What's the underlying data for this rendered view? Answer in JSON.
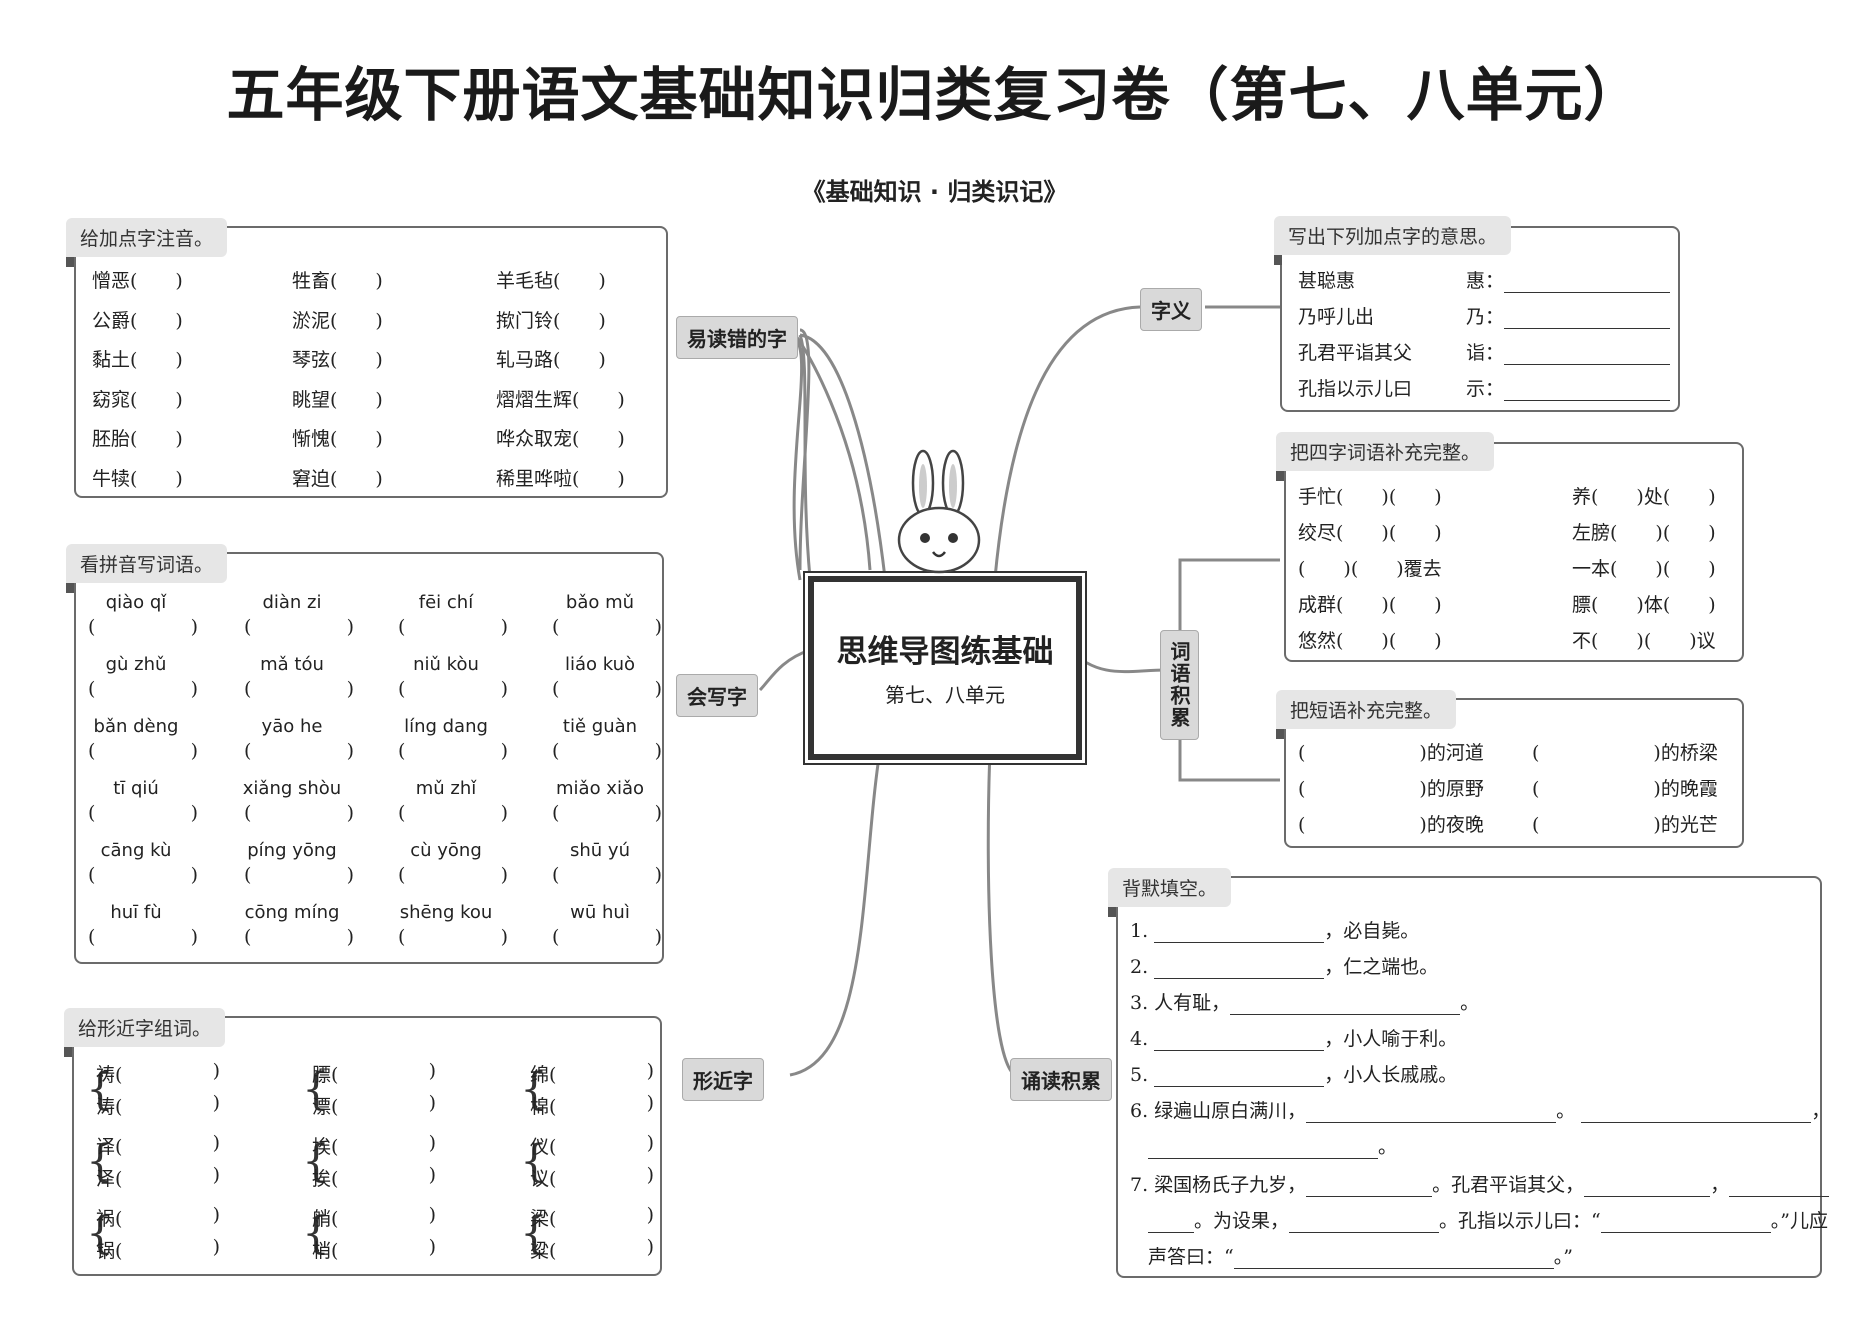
{
  "title": "五年级下册语文基础知识归类复习卷（第七、八单元）",
  "subtitle": "《基础知识 · 归类识记》",
  "center": {
    "title": "思维导图练基础",
    "sub": "第七、八单元"
  },
  "branches": {
    "yidu": "易读错的字",
    "huixie": "会写字",
    "xingjin": "形近字",
    "ziyi": "字义",
    "ciyu": "词语积累",
    "songdu": "诵读积累"
  },
  "sec_pinyin": {
    "tag": "给加点字注音。",
    "rows": [
      [
        "憎恶(　　)",
        "牲畜(　　)",
        "羊毛毡(　　)"
      ],
      [
        "公爵(　　)",
        "淤泥(　　)",
        "揿门铃(　　)"
      ],
      [
        "黏土(　　)",
        "琴弦(　　)",
        "轧马路(　　)"
      ],
      [
        "窈窕(　　)",
        "眺望(　　)",
        "熠熠生辉(　　)"
      ],
      [
        "胚胎(　　)",
        "惭愧(　　)",
        "哗众取宠(　　)"
      ],
      [
        "牛犊(　　)",
        "窘迫(　　)",
        "稀里哗啦(　　)"
      ]
    ]
  },
  "sec_xie": {
    "tag": "看拼音写词语。",
    "rows": [
      [
        "qiào qǐ",
        "diàn zi",
        "fēi chí",
        "bǎo mǔ"
      ],
      [
        "gù zhǔ",
        "mǎ tóu",
        "niǔ kòu",
        "liáo kuò"
      ],
      [
        "bǎn dèng",
        "yāo he",
        "líng dang",
        "tiě guàn"
      ],
      [
        "tī qiú",
        "xiǎng shòu",
        "mǔ zhǐ",
        "miǎo xiǎo"
      ],
      [
        "cāng kù",
        "píng yōng",
        "cù yōng",
        "shū yú"
      ],
      [
        "huī fù",
        "cōng míng",
        "shēng kou",
        "wū huì"
      ]
    ]
  },
  "sec_xingjin": {
    "tag": "给形近字组词。",
    "groups": [
      [
        "祷(",
        "涛("
      ],
      [
        "膘(",
        "漂("
      ],
      [
        "绵(",
        "棉("
      ],
      [
        "译(",
        "泽("
      ],
      [
        "埃(",
        "挨("
      ],
      [
        "仪(",
        "议("
      ],
      [
        "祸(",
        "锅("
      ],
      [
        "艄(",
        "梢("
      ],
      [
        "梁(",
        "粱("
      ]
    ]
  },
  "sec_ziyi": {
    "tag": "写出下列加点字的意思。",
    "rows": [
      [
        "甚聪惠",
        "惠："
      ],
      [
        "乃呼儿出",
        "乃："
      ],
      [
        "孔君平诣其父",
        "诣："
      ],
      [
        "孔指以示儿曰",
        "示："
      ]
    ]
  },
  "sec_sizi": {
    "tag": "把四字词语补充完整。",
    "left": [
      "手忙(　　)(　　)",
      "绞尽(　　)(　　)",
      "(　　)(　　)覆去",
      "成群(　　)(　　)",
      "悠然(　　)(　　)"
    ],
    "right": [
      "养(　　)处(　　)",
      "左膀(　　)(　　)",
      "一本(　　)(　　)",
      "膘(　　)体(　　)",
      "不(　　)(　　)议"
    ]
  },
  "sec_duanyu": {
    "tag": "把短语补充完整。",
    "left": [
      "(　　　　　　)的河道",
      "(　　　　　　)的原野",
      "(　　　　　　)的夜晚"
    ],
    "right": [
      "(　　　　　　)的桥梁",
      "(　　　　　　)的晚霞",
      "(　　　　　　)的光芒"
    ]
  },
  "sec_beimo": {
    "tag": "背默填空。",
    "items": {
      "q1": "1.",
      "q1b": "，必自毙。",
      "q2": "2.",
      "q2b": "，仁之端也。",
      "q3": "3. 人有耻，",
      "q3b": "。",
      "q4": "4.",
      "q4b": "，小人喻于利。",
      "q5": "5.",
      "q5b": "，小人长戚戚。",
      "q6": "6. 绿遍山原白满川，",
      "q6b": "。",
      "q6c": "，",
      "q6d": "。",
      "q7": "7. 梁国杨氏子九岁，",
      "q7b": "。孔君平诣其父，",
      "q7c": "，",
      "q7d": "。为设果，",
      "q7e": "。孔指以示儿曰：“",
      "q7f": "。”儿应",
      "q7g": "声答曰：“",
      "q7h": "。”"
    }
  }
}
